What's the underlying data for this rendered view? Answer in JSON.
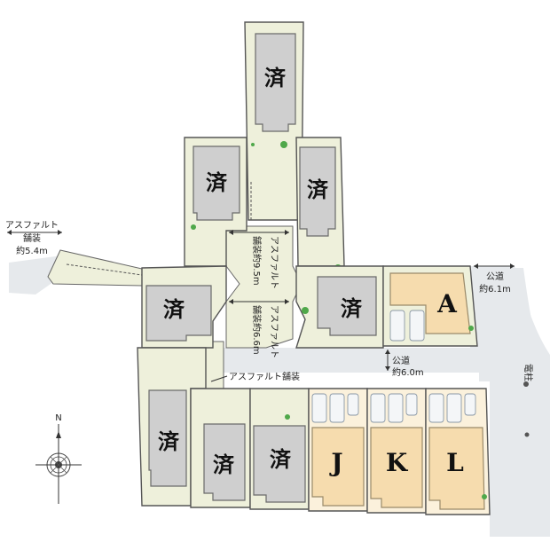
{
  "lots": {
    "sold_mark": "済",
    "new": [
      "A",
      "J",
      "K",
      "L"
    ]
  },
  "labels": {
    "asphalt_left_1": "アスファルト",
    "asphalt_left_2": "舗装",
    "asphalt_left_3": "約5.4m",
    "private_road_1_a": "アスファルト",
    "private_road_1_b": "舗装約9.5m",
    "private_road_2_a": "アスファルト",
    "private_road_2_b": "舗装約6.6m",
    "asphalt_road": "アスファルト舗装",
    "public_road_right_1": "公道",
    "public_road_right_2": "約6.1m",
    "public_road_mid_1": "公道",
    "public_road_mid_2": "約6.0m",
    "pole": "電柱"
  },
  "compass": {
    "north": "N"
  },
  "colors": {
    "sold_lot": "#eef0db",
    "sold_building": "#cfcfcf",
    "new_building": "#f6dcae",
    "road": "#e6e9ec"
  }
}
